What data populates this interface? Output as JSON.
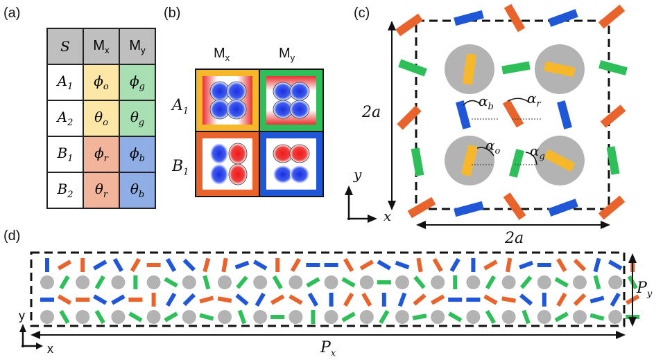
{
  "panels": {
    "a": "(a)",
    "b": "(b)",
    "c": "(c)",
    "d": "(d)"
  },
  "table_a": {
    "header": [
      "S",
      "M",
      "M"
    ],
    "header_sub": [
      "",
      "x",
      "y"
    ],
    "rows": [
      {
        "label": "A",
        "sub": "1",
        "mx": "ϕ",
        "mx_sub": "o",
        "my": "ϕ",
        "my_sub": "g"
      },
      {
        "label": "A",
        "sub": "2",
        "mx": "θ",
        "mx_sub": "o",
        "my": "θ",
        "my_sub": "g"
      },
      {
        "label": "B",
        "sub": "1",
        "mx": "ϕ",
        "mx_sub": "r",
        "my": "ϕ",
        "my_sub": "b"
      },
      {
        "label": "B",
        "sub": "2",
        "mx": "θ",
        "mx_sub": "r",
        "my": "θ",
        "my_sub": "b"
      }
    ]
  },
  "panel_b": {
    "col_mx": "M",
    "col_mx_sub": "x",
    "col_my": "M",
    "col_my_sub": "y",
    "row_a1": "A",
    "row_a1_sub": "1",
    "row_b1": "B",
    "row_b1_sub": "1"
  },
  "panel_c": {
    "height_label": "2a",
    "width_label": "2a",
    "axis_y": "y",
    "axis_x": "x",
    "alpha_b": "α",
    "alpha_b_sub": "b",
    "alpha_r": "α",
    "alpha_r_sub": "r",
    "alpha_o": "α",
    "alpha_o_sub": "o",
    "alpha_g": "α",
    "alpha_g_sub": "g"
  },
  "panel_d": {
    "axis_y": "y",
    "axis_x": "x",
    "px_label": "P",
    "px_sub": "x",
    "py_label": "P",
    "py_sub": "y"
  },
  "colors": {
    "orange": "#e8642c",
    "blue": "#1f57d6",
    "green": "#2fbf5a",
    "yellow": "#f6b82a",
    "gray": "#b3b3b3"
  }
}
